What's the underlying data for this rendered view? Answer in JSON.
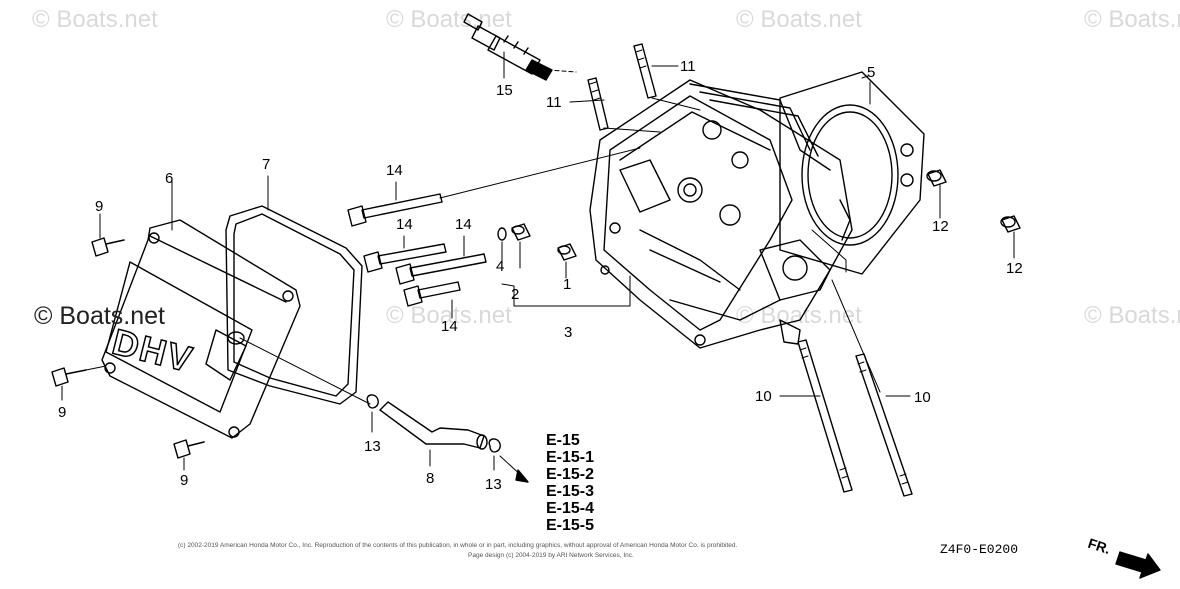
{
  "watermark": {
    "repeat_text": "© Boats.net",
    "main_text": "© Boats.net"
  },
  "callouts": [
    "1",
    "2",
    "3",
    "4",
    "5",
    "6",
    "7",
    "8",
    "9",
    "9",
    "9",
    "10",
    "10",
    "11",
    "11",
    "12",
    "12",
    "13",
    "13",
    "14",
    "14",
    "14",
    "14",
    "15"
  ],
  "cover_lettering": "DHV",
  "reference_pages": [
    "E-15",
    "E-15-1",
    "E-15-2",
    "E-15-3",
    "E-15-4",
    "E-15-5"
  ],
  "copyright_line_1": "(c) 2002-2019 American Honda Motor Co., Inc. Reproduction of the contents of this publication, in whole or in part, including graphics, without approval of American Honda Motor Co. is prohibited.",
  "copyright_line_2": "Page design (c) 2004-2019 by ARI Network Services, Inc.",
  "diagram_code": "Z4F0-E0200",
  "front_indicator": "FR."
}
